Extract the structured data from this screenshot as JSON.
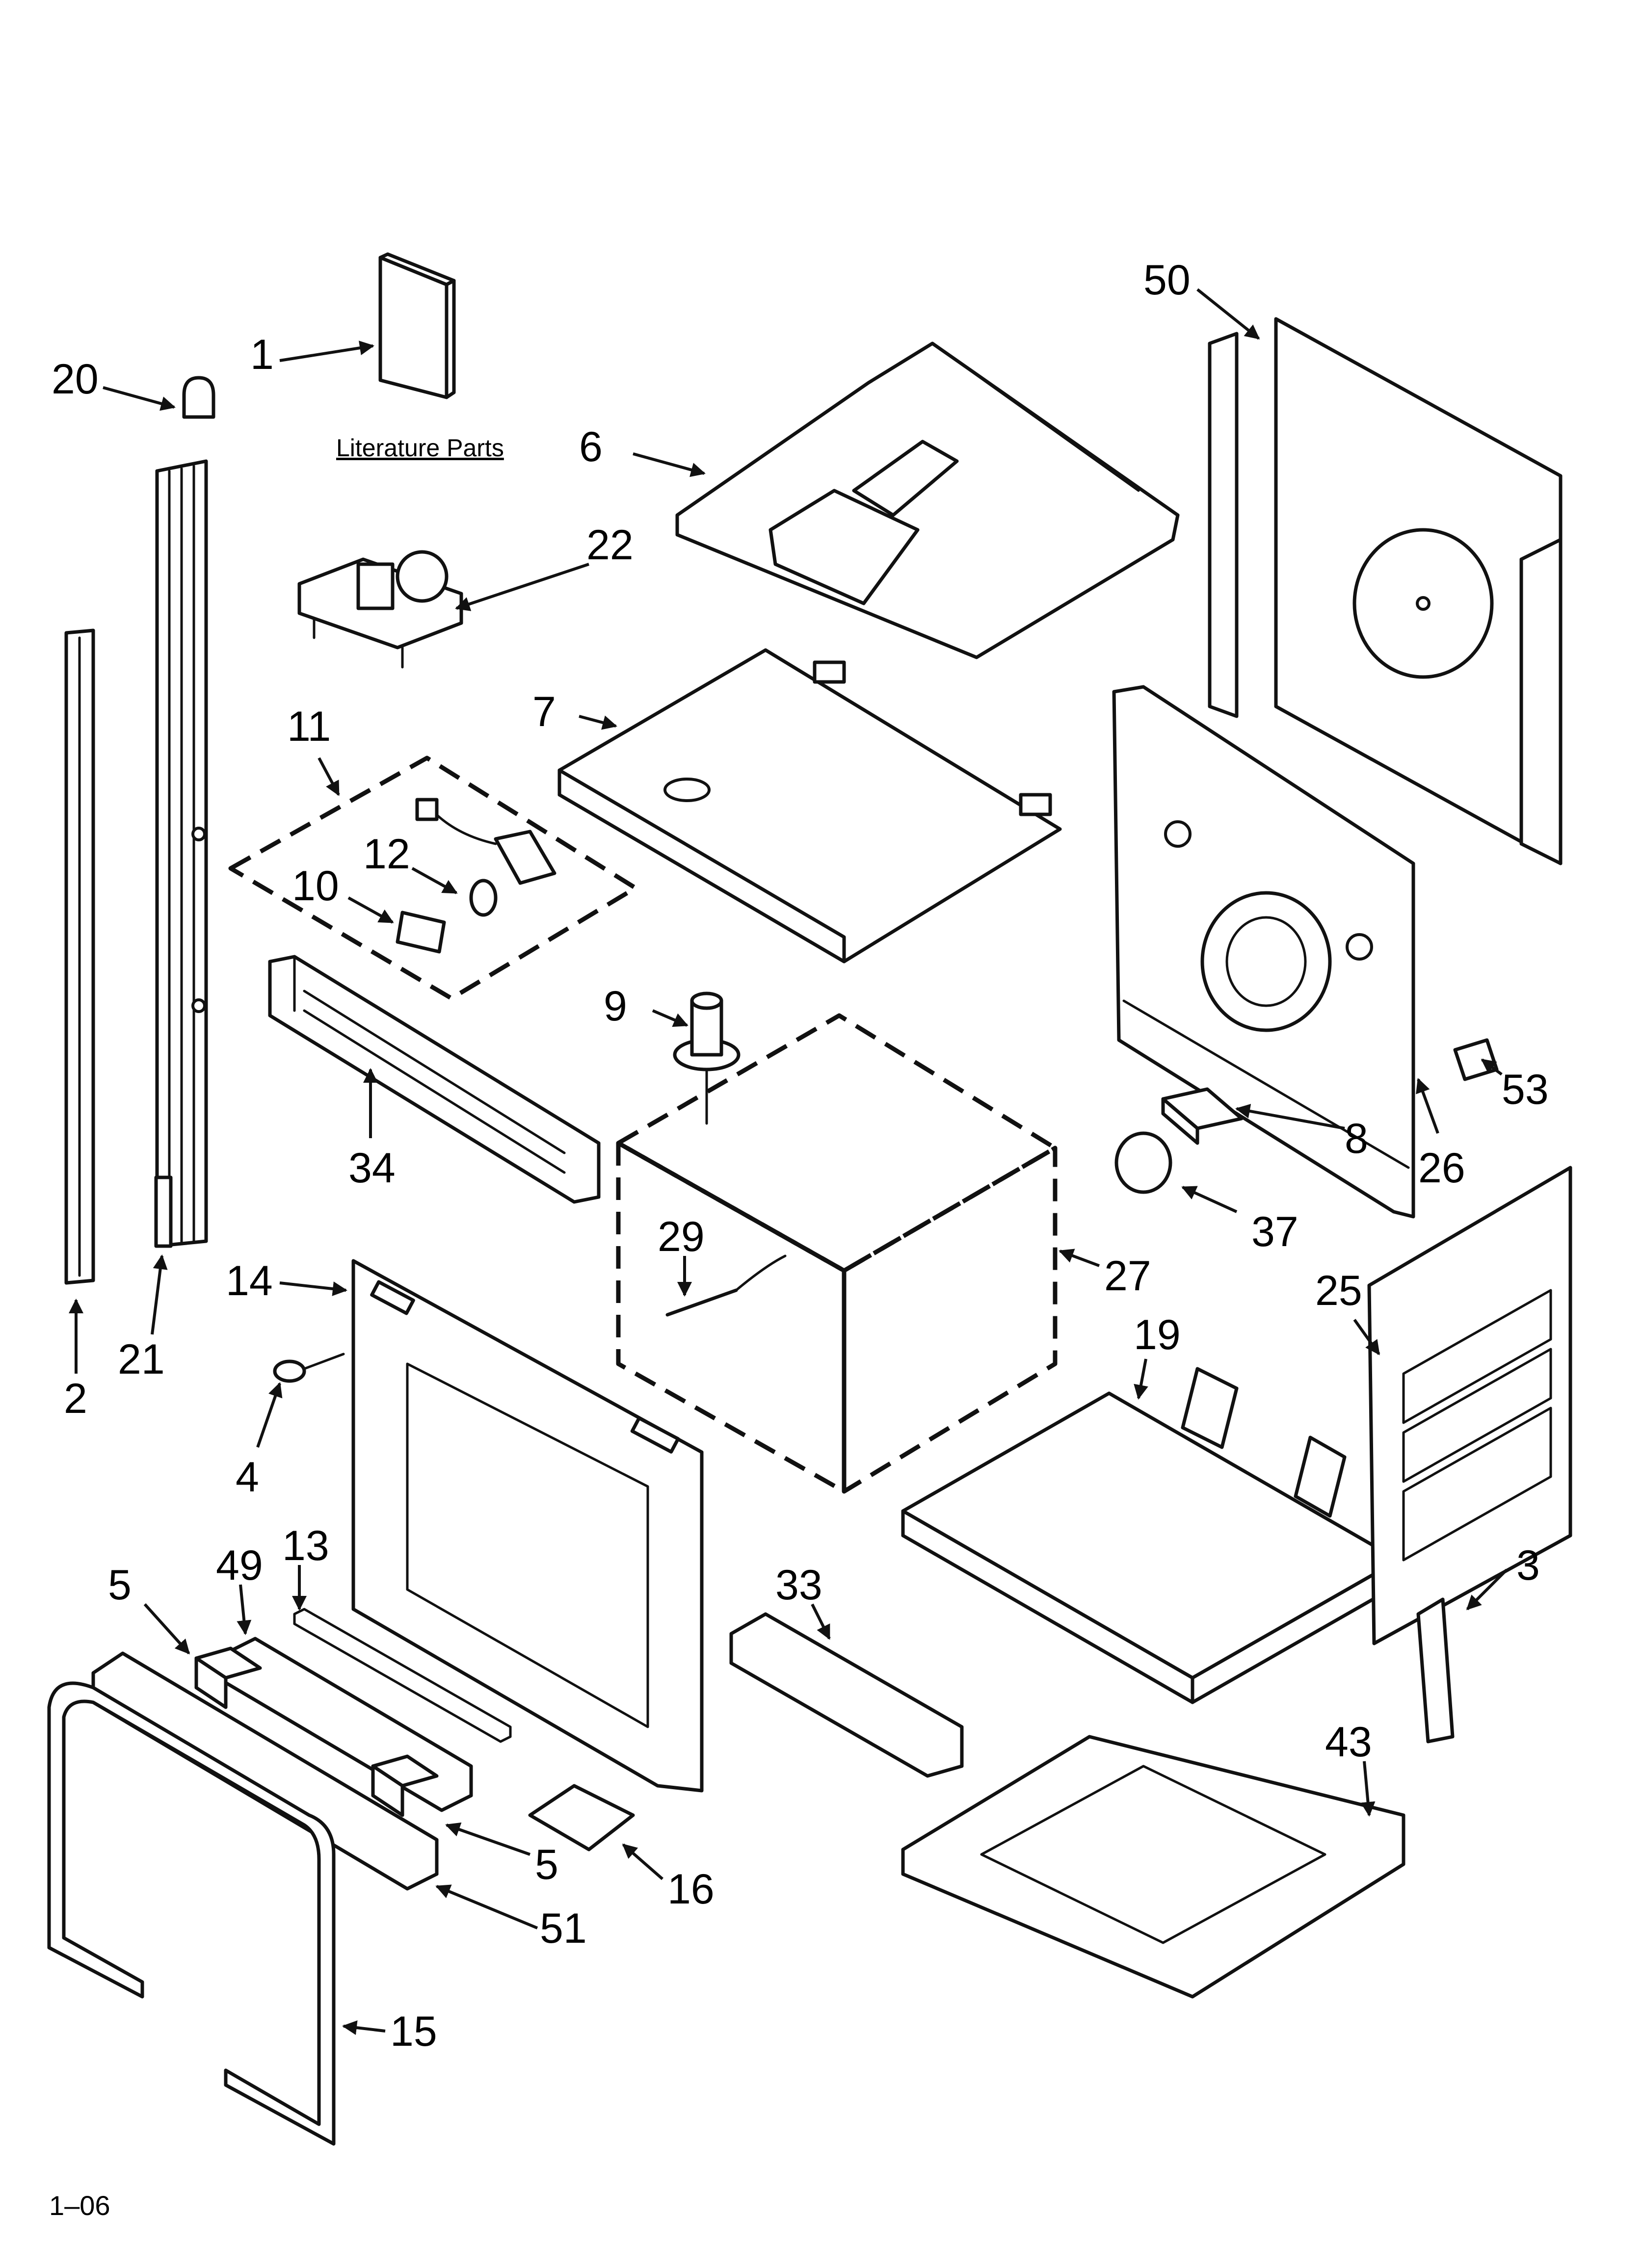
{
  "literature_label": "Literature Parts",
  "footer_code": "1–06",
  "callouts": {
    "c1": "1",
    "c2": "2",
    "c3": "3",
    "c4": "4",
    "c5a": "5",
    "c5b": "5",
    "c6": "6",
    "c7": "7",
    "c8": "8",
    "c9": "9",
    "c10": "10",
    "c11": "11",
    "c12": "12",
    "c13": "13",
    "c14": "14",
    "c15": "15",
    "c16": "16",
    "c19": "19",
    "c20": "20",
    "c21": "21",
    "c22": "22",
    "c25": "25",
    "c26": "26",
    "c27": "27",
    "c29": "29",
    "c33": "33",
    "c34": "34",
    "c37": "37",
    "c43": "43",
    "c49": "49",
    "c50": "50",
    "c51": "51",
    "c53": "53"
  }
}
